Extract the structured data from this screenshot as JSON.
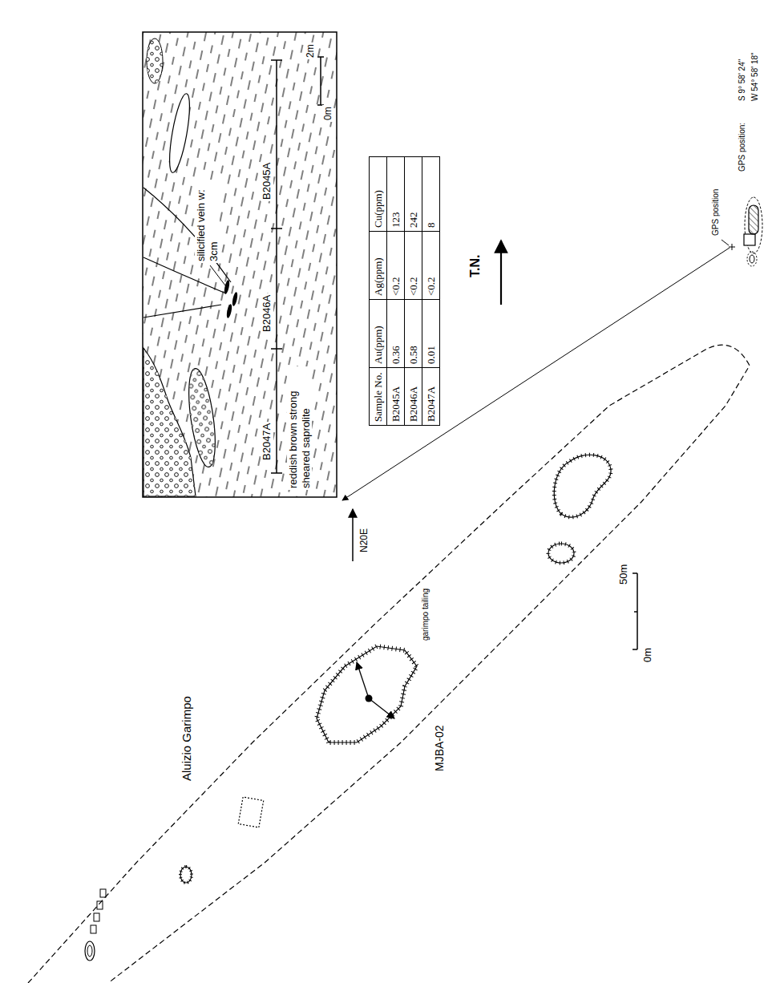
{
  "diagram": {
    "labels": [
      "reddish brown strong sheared saprolite",
      "silicified vein w: 3cm",
      "B2047A",
      "B2046A",
      "B2045A",
      "0m",
      "2m",
      "N20E",
      "Sample No.",
      "Au(ppm)",
      "Ag(ppm)",
      "Cu(ppm)",
      "B2045A",
      "0.36",
      "<0.2",
      "123",
      "B2046A",
      "0.58",
      "<0.2",
      "242",
      "B2047A",
      "0.01",
      "<0.2",
      "8",
      "T.N.",
      "GPS position:",
      "S 9° 58' 24\"",
      "W 54° 58' 18\"",
      "GPS position",
      "Aluizio Garimpo",
      "garimpo tailing",
      "MJBA-02",
      "0m",
      "50m"
    ]
  }
}
